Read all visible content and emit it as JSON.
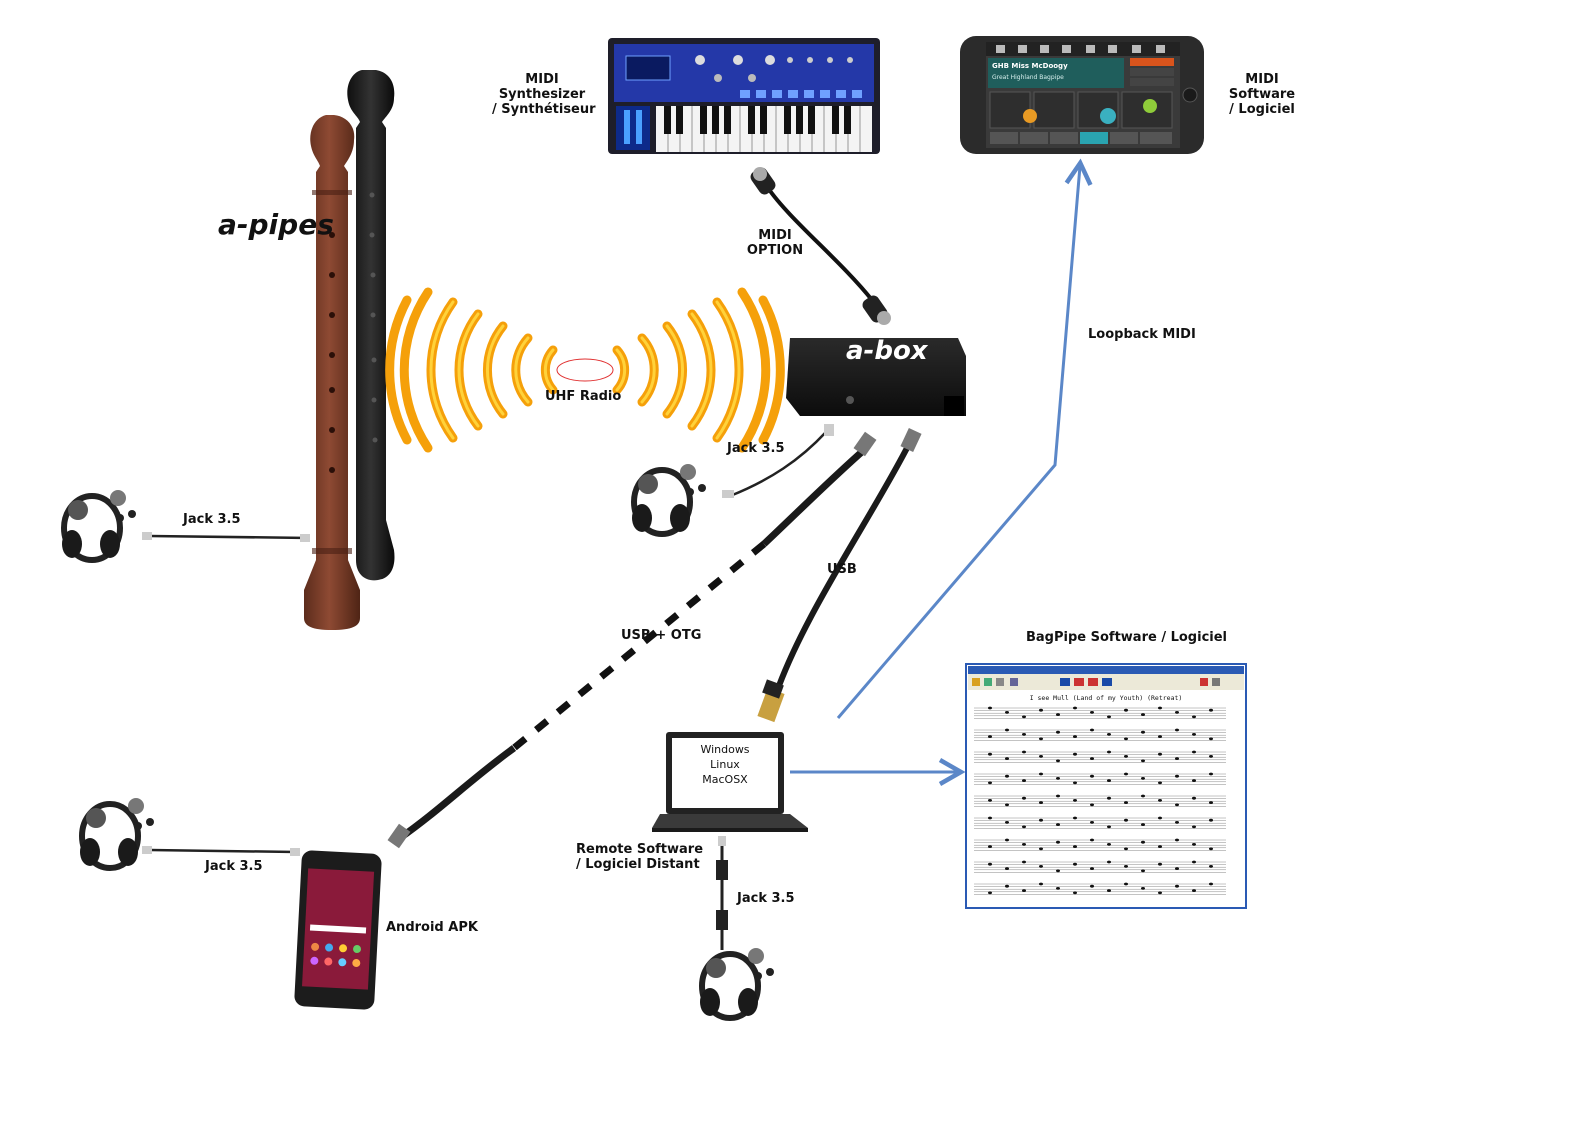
{
  "labels": {
    "a_pipes": "a-pipes",
    "a_box": "a-box",
    "midi_synth": [
      "MIDI",
      "Synthesizer",
      "/ Synthétiseur"
    ],
    "midi_software": [
      "MIDI",
      "Software",
      "/ Logiciel"
    ],
    "midi_option": [
      "MIDI",
      "OPTION"
    ],
    "uhf_radio": "UHF Radio",
    "loopback_midi": "Loopback MIDI",
    "jack_left": "Jack 3.5",
    "jack_box": "Jack 3.5",
    "jack_android": "Jack 3.5",
    "jack_laptop": "Jack 3.5",
    "usb": "USB",
    "usb_otg": "USB + OTG",
    "bagpipe_software": "BagPipe Software / Logiciel",
    "remote_software": [
      "Remote Software",
      "/ Logiciel Distant"
    ],
    "android_apk": "Android APK",
    "laptop_screen": [
      "Windows",
      "Linux",
      "MacOSX"
    ]
  },
  "phone_app": {
    "title": "GHB Miss McDoogy",
    "subtitle": "Great Highland Bagpipe"
  },
  "score_title": "I see Mull (Land of my Youth)  (Retreat)",
  "colors": {
    "arrow_blue": "#5b87c8",
    "radio_orange": "#f5a00a",
    "radio_yellow": "#ffd23a",
    "pipe_wood": "#7a3e2a",
    "pipe_black": "#1b1b1b",
    "synth_blue": "#2438a8"
  }
}
